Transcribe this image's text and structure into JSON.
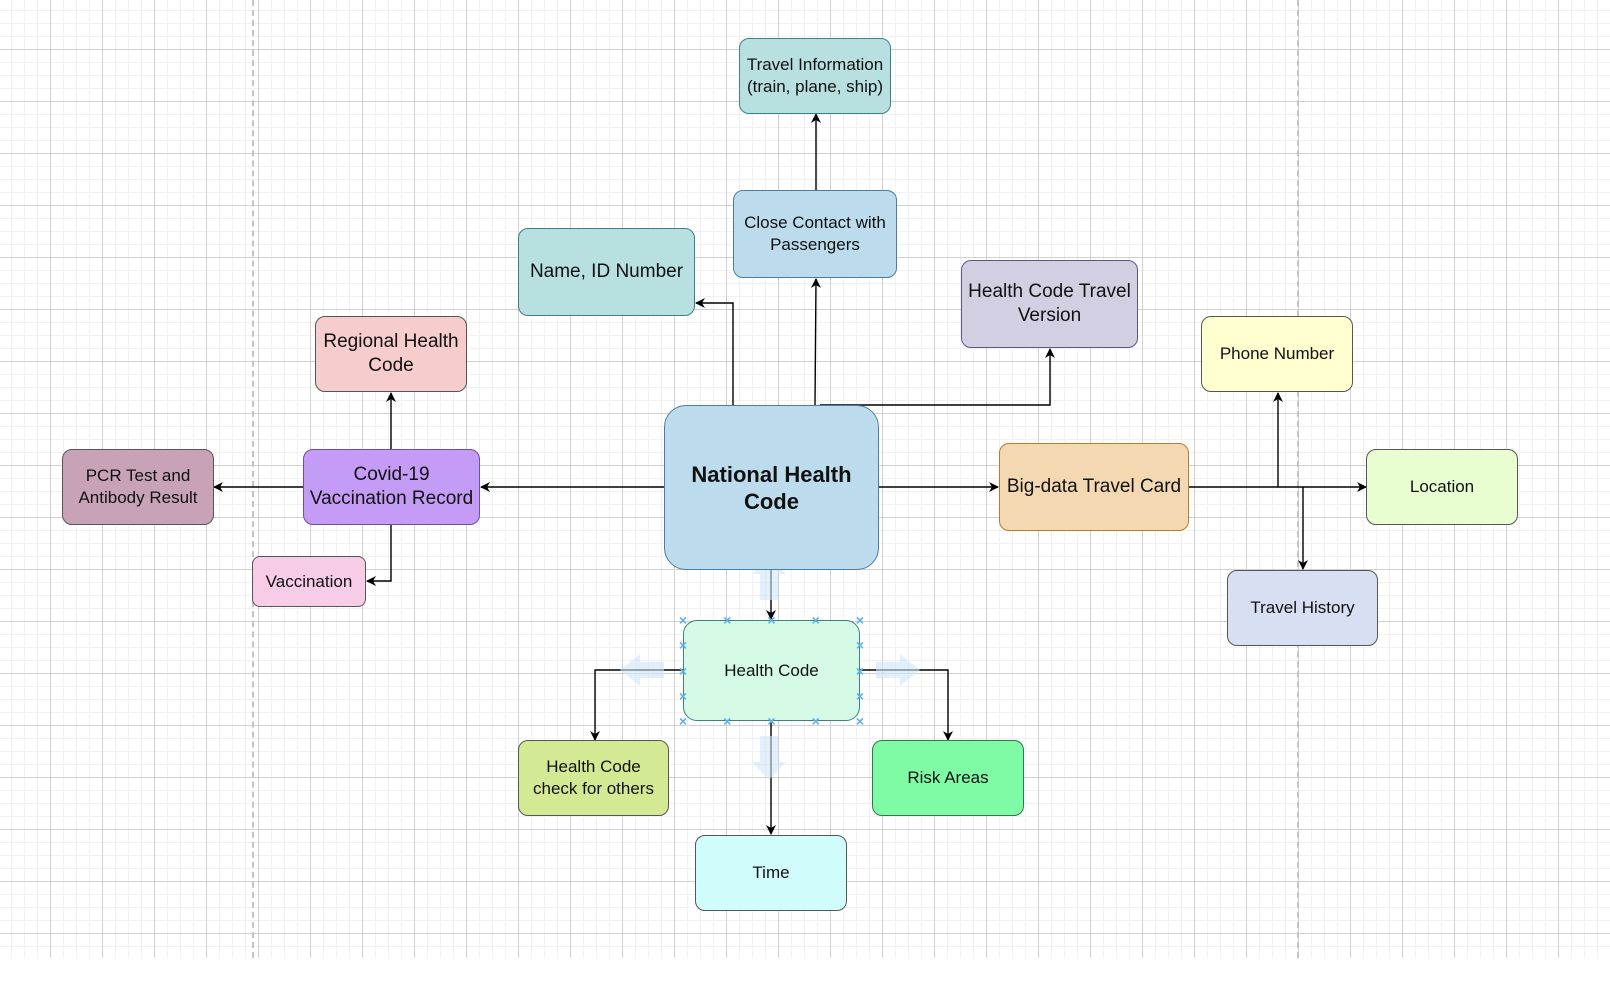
{
  "diagram": {
    "nodes": {
      "national_health_code": {
        "label": "National Health\nCode",
        "fill": "#bcdcee",
        "stroke": "#4a7da6"
      },
      "health_code": {
        "label": "Health Code",
        "fill": "#d5fbe7",
        "stroke": "#3f8080"
      },
      "covid_vaccination_record": {
        "label": "Covid-19\nVaccination Record",
        "fill": "#c49bf5",
        "stroke": "#6b4fa0"
      },
      "regional_health_code": {
        "label": "Regional Health\nCode",
        "fill": "#f6cccc",
        "stroke": "#555555"
      },
      "pcr_test": {
        "label": "PCR Test and\nAntibody Result",
        "fill": "#c8a3b8",
        "stroke": "#555555"
      },
      "vaccination": {
        "label": "Vaccination",
        "fill": "#f6cce6",
        "stroke": "#555555"
      },
      "name_id": {
        "label": "Name, ID Number",
        "fill": "#b8e0e0",
        "stroke": "#3f8080"
      },
      "close_contact": {
        "label": "Close Contact with\nPassengers",
        "fill": "#bcdcee",
        "stroke": "#4a7da6"
      },
      "travel_information": {
        "label": "Travel Information\n(train, plane, ship)",
        "fill": "#b8e0e0",
        "stroke": "#3f8080"
      },
      "health_code_travel": {
        "label": "Health Code Travel\nVersion",
        "fill": "#d2cfe2",
        "stroke": "#5a5a80"
      },
      "big_data_travel_card": {
        "label": "Big-data Travel Card",
        "fill": "#f4d8b2",
        "stroke": "#b87a30"
      },
      "phone_number": {
        "label": "Phone Number",
        "fill": "#ffffd0",
        "stroke": "#555555"
      },
      "location": {
        "label": "Location",
        "fill": "#e8fdd0",
        "stroke": "#555555"
      },
      "travel_history": {
        "label": "Travel History",
        "fill": "#d6e0f2",
        "stroke": "#555555"
      },
      "health_code_check": {
        "label": "Health Code\ncheck for others",
        "fill": "#d4e993",
        "stroke": "#555555"
      },
      "risk_areas": {
        "label": "Risk Areas",
        "fill": "#80fba5",
        "stroke": "#2f7a4a"
      },
      "time": {
        "label": "Time",
        "fill": "#d0fcfc",
        "stroke": "#555555"
      }
    },
    "selection_color": "#5ab0ea",
    "grid_color": "#d0d0d0",
    "edge_color": "#000000"
  }
}
